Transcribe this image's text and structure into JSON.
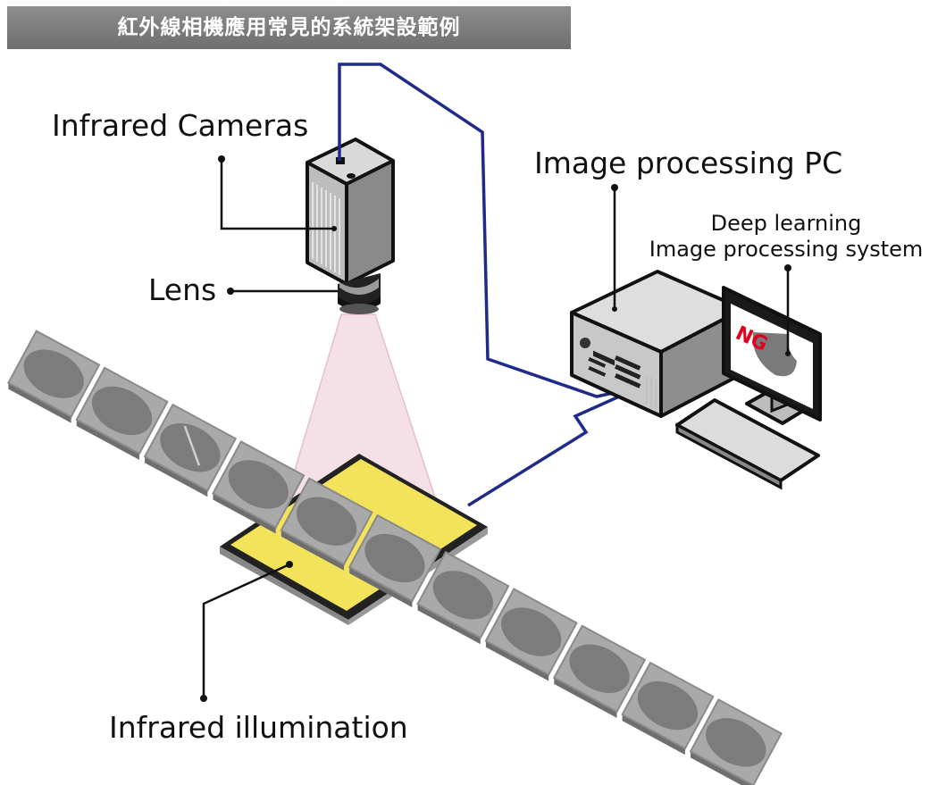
{
  "title": "紅外線相機應用常見的系統架設範例",
  "labels": {
    "infrared_cameras": "Infrared Cameras",
    "lens": "Lens",
    "image_processing_pc": "Image processing PC",
    "deep_learning": "Deep learning",
    "image_processing_system": "Image processing system",
    "infrared_illumination": "Infrared illumination",
    "ng": "NG"
  },
  "colors": {
    "cable": "#1f2a8a",
    "illumination": "#f3e35a",
    "ng": "#e0001b",
    "light_cone": "#f3d7e0",
    "product_tile": "#a9a9a9",
    "product_disc": "#7c7c7c"
  },
  "icons": [
    "camera-icon",
    "computer-tower-icon",
    "monitor-icon",
    "keyboard-icon",
    "conveyor-icon",
    "illumination-panel-icon"
  ]
}
